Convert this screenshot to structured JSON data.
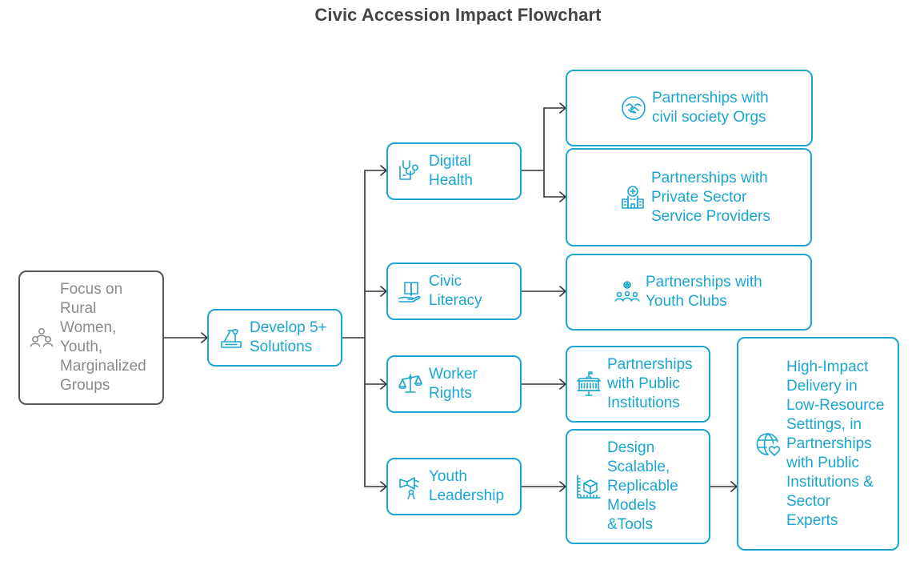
{
  "title": "Civic Accession Impact Flowchart",
  "colors": {
    "accent": "#1aa6d1",
    "source_border": "#555555",
    "source_text": "#8a8a8a",
    "connector": "#333333"
  },
  "nodes": {
    "focus": {
      "label": "Focus on\nRural\nWomen,\nYouth,\nMarginalized\nGroups",
      "icon": "people-group-icon"
    },
    "develop": {
      "label": "Develop 5+\nSolutions",
      "icon": "tools-icon"
    },
    "digital_health": {
      "label": "Digital\nHealth",
      "icon": "stethoscope-icon"
    },
    "civic_literacy": {
      "label": "Civic\nLiteracy",
      "icon": "book-hand-icon"
    },
    "worker_rights": {
      "label": "Worker\nRights",
      "icon": "scales-icon"
    },
    "youth_leadership": {
      "label": "Youth\nLeadership",
      "icon": "megaphone-person-icon"
    },
    "civil_society": {
      "label": "Partnerships with\ncivil society Orgs",
      "icon": "handshake-icon"
    },
    "private_sector": {
      "label": "Partnerships with\nPrivate Sector\nService Providers",
      "icon": "hospital-icon"
    },
    "youth_clubs": {
      "label": "Partnerships with\nYouth Clubs",
      "icon": "community-icon"
    },
    "public_institutions": {
      "label": "Partnerships\nwith Public\nInstitutions",
      "icon": "institution-icon"
    },
    "design_models": {
      "label": "Design\nScalable,\nReplicable\nModels\n&Tools",
      "icon": "blueprint-box-icon"
    },
    "high_impact": {
      "label": "High-Impact\nDelivery in\nLow-Resource\nSettings, in\nPartnerships\nwith Public\nInstitutions &\nSector\nExperts",
      "icon": "globe-heart-icon"
    }
  },
  "edges": [
    [
      "focus",
      "develop"
    ],
    [
      "develop",
      "digital_health"
    ],
    [
      "develop",
      "civic_literacy"
    ],
    [
      "develop",
      "worker_rights"
    ],
    [
      "develop",
      "youth_leadership"
    ],
    [
      "digital_health",
      "civil_society"
    ],
    [
      "digital_health",
      "private_sector"
    ],
    [
      "civic_literacy",
      "youth_clubs"
    ],
    [
      "worker_rights",
      "public_institutions"
    ],
    [
      "youth_leadership",
      "design_models"
    ],
    [
      "design_models",
      "high_impact"
    ]
  ]
}
